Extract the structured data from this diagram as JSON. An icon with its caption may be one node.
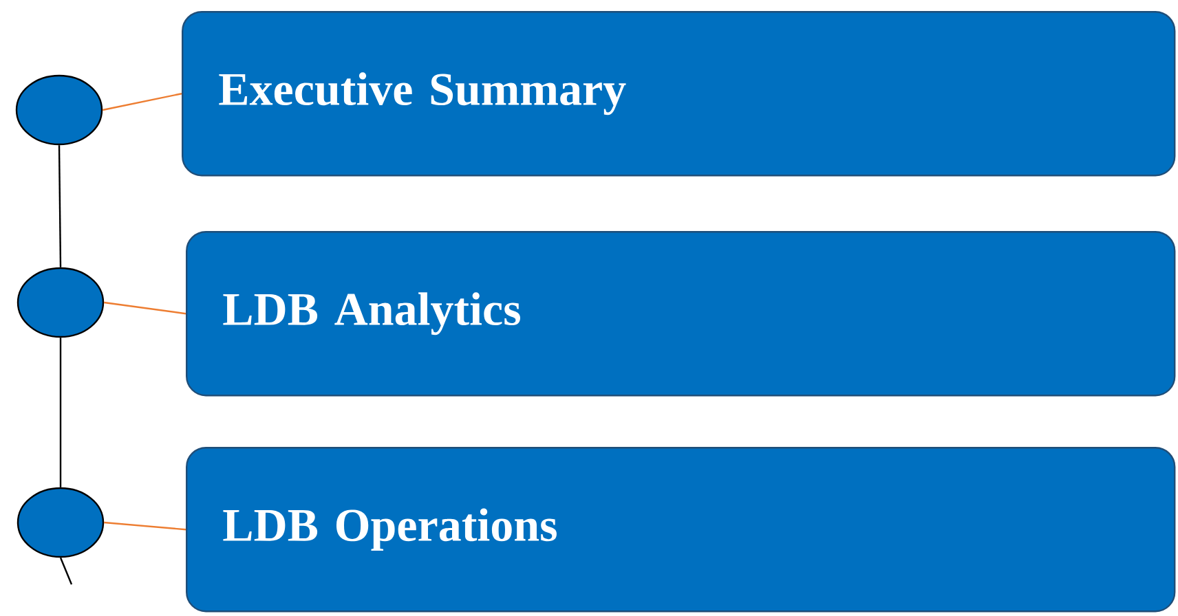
{
  "diagram": {
    "nodes": [
      {
        "text": [],
        "shape": "circle"
      },
      {
        "text": [
          "Executive Summary"
        ]
      },
      {
        "text": [],
        "shape": "circle"
      },
      {
        "text": [
          "LDB Analytics"
        ]
      },
      {
        "text": [],
        "shape": "circle"
      },
      {
        "text": [
          "LDB Operations"
        ]
      }
    ],
    "edges": [
      {
        "from": 0,
        "to": 1,
        "arrow": "none",
        "color": "#ed7d31"
      },
      {
        "from": 2,
        "to": 3,
        "arrow": "none",
        "color": "#ed7d31"
      },
      {
        "from": 4,
        "to": 5,
        "arrow": "none",
        "color": "#ed7d31"
      },
      {
        "from": 0,
        "to": 2,
        "arrow": "none",
        "color": "#000000"
      },
      {
        "from": 2,
        "to": 4,
        "arrow": "none",
        "color": "#000000"
      },
      {
        "from": 4,
        "to": null,
        "arrow": "none",
        "color": "#000000"
      }
    ]
  }
}
